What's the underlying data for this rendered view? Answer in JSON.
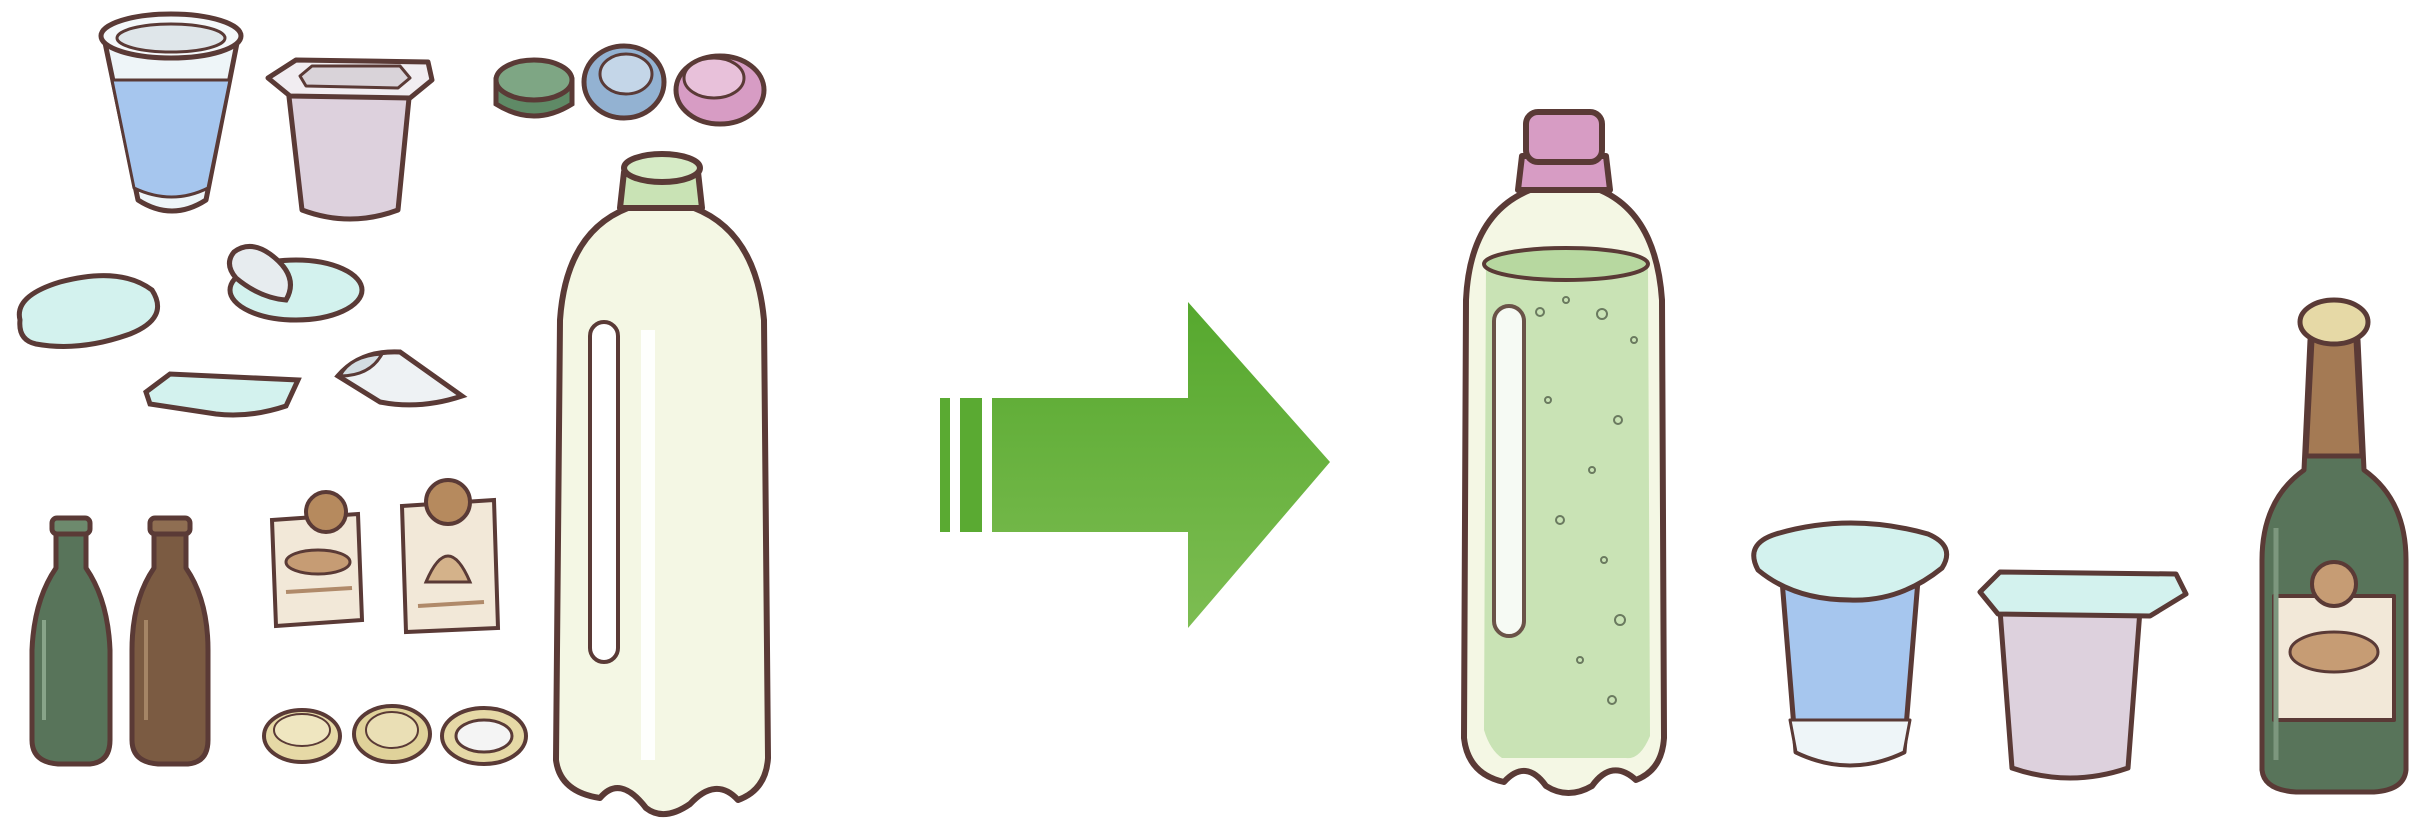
{
  "palette": {
    "outline": "#5a3a36",
    "arrow_green": "#5aaa32",
    "arrow_green_light": "#86c45a",
    "liquid_green": "#c9e3b5",
    "cup_blue": "#a6c6ee",
    "lid_aqua": "#d3f2ee",
    "yogurt_mauve": "#ddd1dd",
    "cap_pink": "#d79cc4",
    "cap_green": "#6f9a74",
    "cap_blue": "#93b2d2",
    "glass_green": "#58745a",
    "glass_brown": "#7b5b42",
    "bottle_pale": "#f4f7e4",
    "crown_cap": "#e6d9a6"
  },
  "left_group": {
    "items": [
      "plastic-cup",
      "yogurt-pot",
      "bottle-caps",
      "cup-lid",
      "peeled-foil-lid",
      "flat-foil",
      "curled-foil",
      "green-glass-bottle",
      "brown-glass-bottle",
      "bottle-labels",
      "crown-caps",
      "empty-plastic-bottle"
    ]
  },
  "arrow": {
    "icon": "arrow-right-icon"
  },
  "right_group": {
    "items": [
      "filled-soda-bottle",
      "lidded-cup",
      "lidded-yogurt-pot",
      "sealed-beer-bottle"
    ]
  }
}
